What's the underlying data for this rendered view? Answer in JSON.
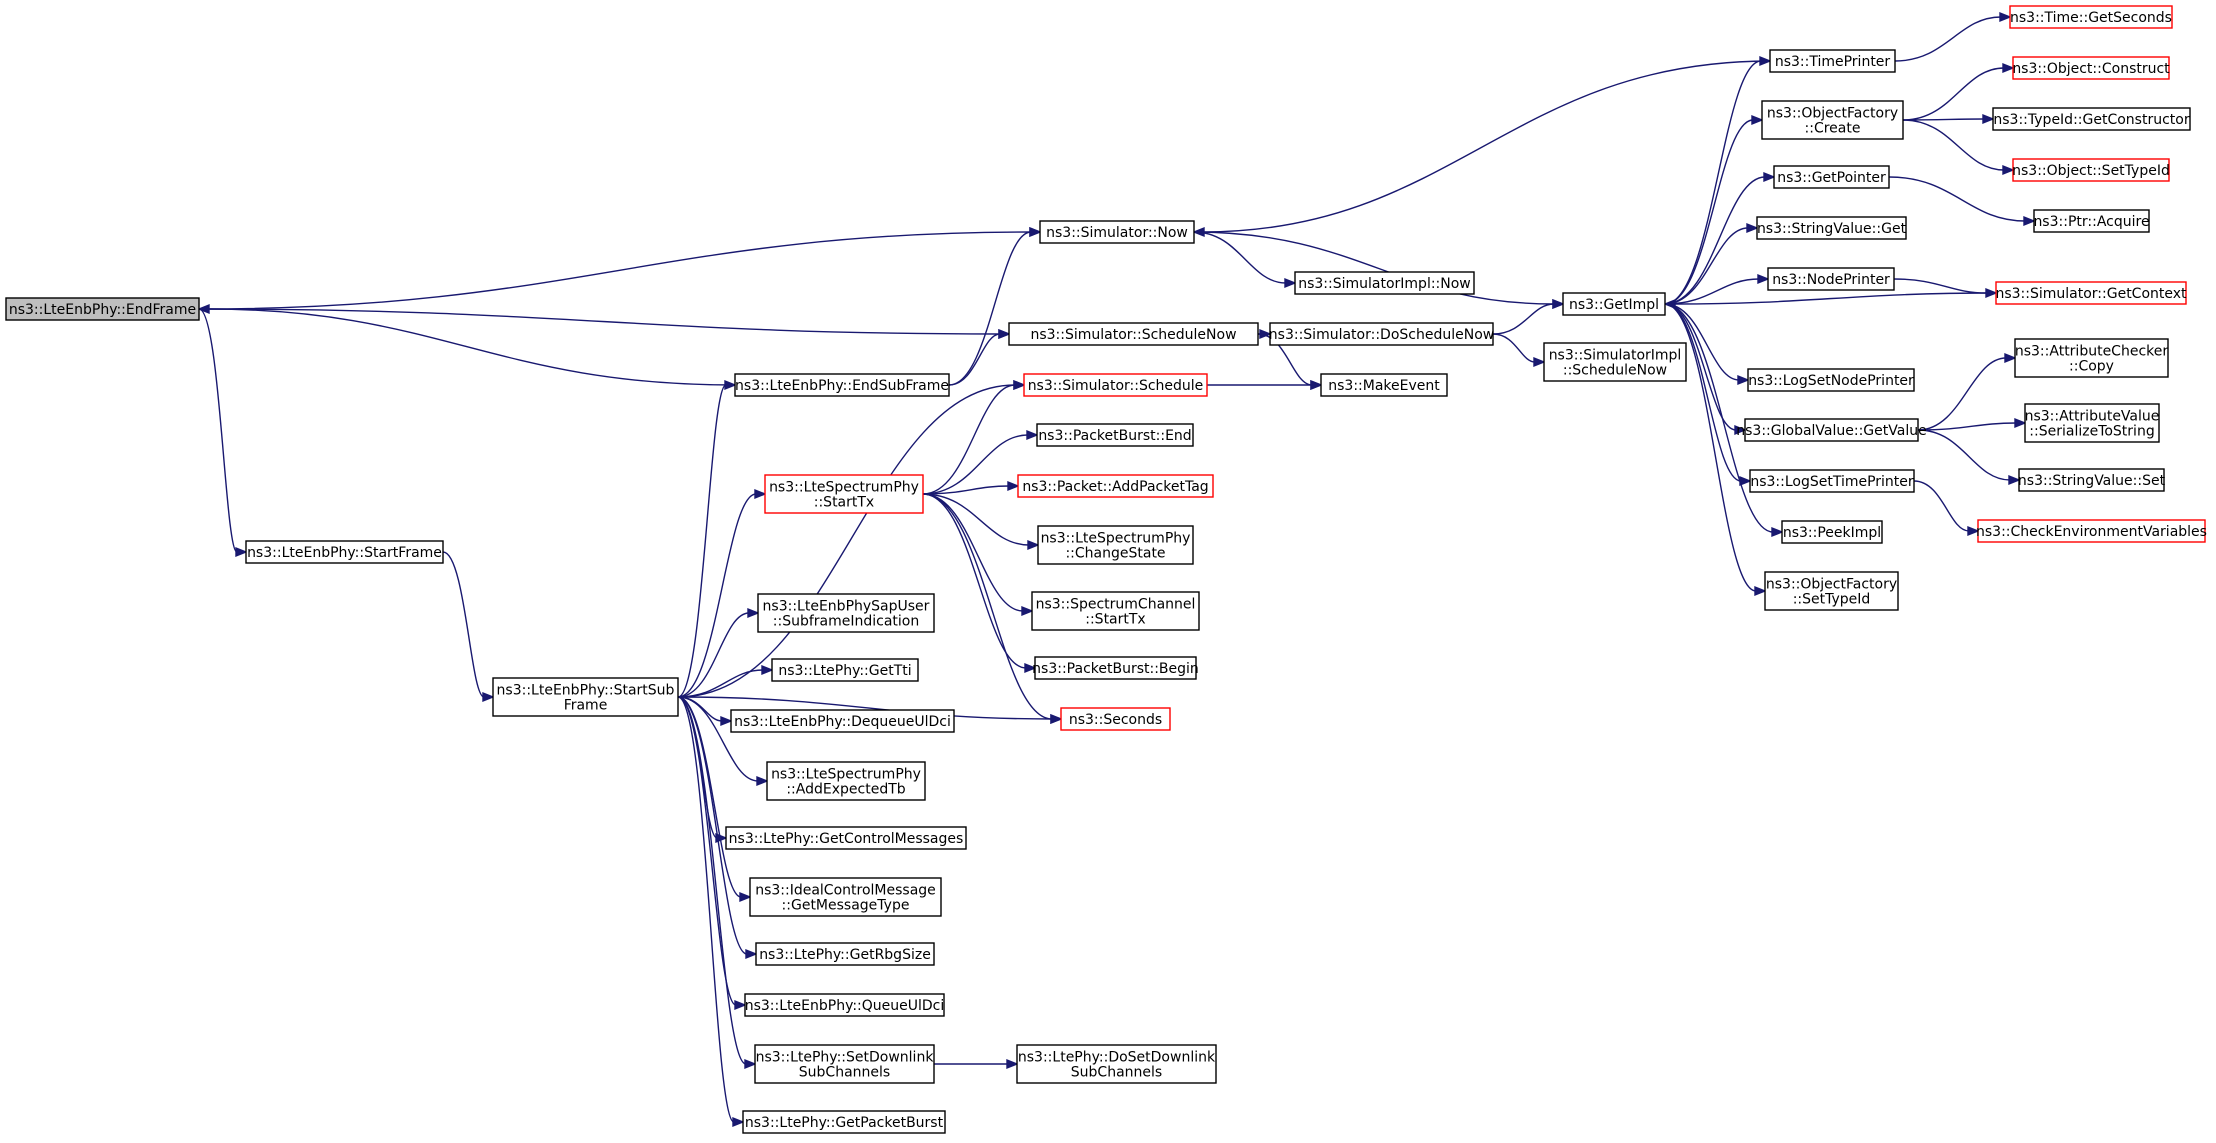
{
  "diagram": {
    "nodes": [
      {
        "id": "endframe",
        "lines": [
          "ns3::LteEnbPhy::EndFrame"
        ],
        "style": "root",
        "interactable": true
      },
      {
        "id": "startframe",
        "lines": [
          "ns3::LteEnbPhy::StartFrame"
        ],
        "style": "normal",
        "interactable": true
      },
      {
        "id": "startsubframe",
        "lines": [
          "ns3::LteEnbPhy::StartSub",
          "Frame"
        ],
        "style": "normal",
        "interactable": true
      },
      {
        "id": "endsubframe",
        "lines": [
          "ns3::LteEnbPhy::EndSubFrame"
        ],
        "style": "normal",
        "interactable": true
      },
      {
        "id": "simnow",
        "lines": [
          "ns3::Simulator::Now"
        ],
        "style": "normal",
        "interactable": true
      },
      {
        "id": "simschednow",
        "lines": [
          "ns3::Simulator::ScheduleNow"
        ],
        "style": "normal",
        "interactable": true
      },
      {
        "id": "simschedule",
        "lines": [
          "ns3::Simulator::Schedule"
        ],
        "style": "red",
        "interactable": true
      },
      {
        "id": "specstarttx",
        "lines": [
          "ns3::LteSpectrumPhy",
          "::StartTx"
        ],
        "style": "red",
        "interactable": true
      },
      {
        "id": "sapuser",
        "lines": [
          "ns3::LteEnbPhySapUser",
          "::SubframeIndication"
        ],
        "style": "normal",
        "interactable": true
      },
      {
        "id": "gettti",
        "lines": [
          "ns3::LtePhy::GetTti"
        ],
        "style": "normal",
        "interactable": true
      },
      {
        "id": "dequeue",
        "lines": [
          "ns3::LteEnbPhy::DequeueUlDci"
        ],
        "style": "normal",
        "interactable": true
      },
      {
        "id": "addexpected",
        "lines": [
          "ns3::LteSpectrumPhy",
          "::AddExpectedTb"
        ],
        "style": "normal",
        "interactable": true
      },
      {
        "id": "getctrl",
        "lines": [
          "ns3::LtePhy::GetControlMessages"
        ],
        "style": "normal",
        "interactable": true
      },
      {
        "id": "idealctrl",
        "lines": [
          "ns3::IdealControlMessage",
          "::GetMessageType"
        ],
        "style": "normal",
        "interactable": true
      },
      {
        "id": "getrbg",
        "lines": [
          "ns3::LtePhy::GetRbgSize"
        ],
        "style": "normal",
        "interactable": true
      },
      {
        "id": "queueul",
        "lines": [
          "ns3::LteEnbPhy::QueueUlDci"
        ],
        "style": "normal",
        "interactable": true
      },
      {
        "id": "setdl",
        "lines": [
          "ns3::LtePhy::SetDownlink",
          "SubChannels"
        ],
        "style": "normal",
        "interactable": true
      },
      {
        "id": "dosetdl",
        "lines": [
          "ns3::LtePhy::DoSetDownlink",
          "SubChannels"
        ],
        "style": "normal",
        "interactable": true
      },
      {
        "id": "getpacketburst",
        "lines": [
          "ns3::LtePhy::GetPacketBurst"
        ],
        "style": "normal",
        "interactable": true
      },
      {
        "id": "pbend",
        "lines": [
          "ns3::PacketBurst::End"
        ],
        "style": "normal",
        "interactable": true
      },
      {
        "id": "addtag",
        "lines": [
          "ns3::Packet::AddPacketTag"
        ],
        "style": "red",
        "interactable": true
      },
      {
        "id": "changestate",
        "lines": [
          "ns3::LteSpectrumPhy",
          "::ChangeState"
        ],
        "style": "normal",
        "interactable": true
      },
      {
        "id": "chanstarttx",
        "lines": [
          "ns3::SpectrumChannel",
          "::StartTx"
        ],
        "style": "normal",
        "interactable": true
      },
      {
        "id": "pbbegin",
        "lines": [
          "ns3::PacketBurst::Begin"
        ],
        "style": "normal",
        "interactable": true
      },
      {
        "id": "seconds",
        "lines": [
          "ns3::Seconds"
        ],
        "style": "red",
        "interactable": true
      },
      {
        "id": "implnow",
        "lines": [
          "ns3::SimulatorImpl::Now"
        ],
        "style": "normal",
        "interactable": true
      },
      {
        "id": "doschednow",
        "lines": [
          "ns3::Simulator::DoScheduleNow"
        ],
        "style": "normal",
        "interactable": true
      },
      {
        "id": "makeevent",
        "lines": [
          "ns3::MakeEvent"
        ],
        "style": "normal",
        "interactable": true
      },
      {
        "id": "getimpl",
        "lines": [
          "ns3::GetImpl"
        ],
        "style": "normal",
        "interactable": true
      },
      {
        "id": "implschednow",
        "lines": [
          "ns3::SimulatorImpl",
          "::ScheduleNow"
        ],
        "style": "normal",
        "interactable": true
      },
      {
        "id": "timeprinter",
        "lines": [
          "ns3::TimePrinter"
        ],
        "style": "normal",
        "interactable": true
      },
      {
        "id": "ofcreate",
        "lines": [
          "ns3::ObjectFactory",
          "::Create"
        ],
        "style": "normal",
        "interactable": true
      },
      {
        "id": "getpointer",
        "lines": [
          "ns3::GetPointer"
        ],
        "style": "normal",
        "interactable": true
      },
      {
        "id": "strget",
        "lines": [
          "ns3::StringValue::Get"
        ],
        "style": "normal",
        "interactable": true
      },
      {
        "id": "nodeprinter",
        "lines": [
          "ns3::NodePrinter"
        ],
        "style": "normal",
        "interactable": true
      },
      {
        "id": "logsetnode",
        "lines": [
          "ns3::LogSetNodePrinter"
        ],
        "style": "normal",
        "interactable": true
      },
      {
        "id": "gvget",
        "lines": [
          "ns3::GlobalValue::GetValue"
        ],
        "style": "normal",
        "interactable": true
      },
      {
        "id": "logsettime",
        "lines": [
          "ns3::LogSetTimePrinter"
        ],
        "style": "normal",
        "interactable": true
      },
      {
        "id": "peekimpl",
        "lines": [
          "ns3::PeekImpl"
        ],
        "style": "normal",
        "interactable": true
      },
      {
        "id": "ofsettype",
        "lines": [
          "ns3::ObjectFactory",
          "::SetTypeId"
        ],
        "style": "normal",
        "interactable": true
      },
      {
        "id": "getseconds",
        "lines": [
          "ns3::Time::GetSeconds"
        ],
        "style": "red",
        "interactable": true
      },
      {
        "id": "objconstruct",
        "lines": [
          "ns3::Object::Construct"
        ],
        "style": "red",
        "interactable": true
      },
      {
        "id": "typeidctor",
        "lines": [
          "ns3::TypeId::GetConstructor"
        ],
        "style": "normal",
        "interactable": true
      },
      {
        "id": "objsettype",
        "lines": [
          "ns3::Object::SetTypeId"
        ],
        "style": "red",
        "interactable": true
      },
      {
        "id": "ptracquire",
        "lines": [
          "ns3::Ptr::Acquire"
        ],
        "style": "normal",
        "interactable": true
      },
      {
        "id": "getcontext",
        "lines": [
          "ns3::Simulator::GetContext"
        ],
        "style": "red",
        "interactable": true
      },
      {
        "id": "attrcheck",
        "lines": [
          "ns3::AttributeChecker",
          "::Copy"
        ],
        "style": "normal",
        "interactable": true
      },
      {
        "id": "attrser",
        "lines": [
          "ns3::AttributeValue",
          "::SerializeToString"
        ],
        "style": "normal",
        "interactable": true
      },
      {
        "id": "strset",
        "lines": [
          "ns3::StringValue::Set"
        ],
        "style": "normal",
        "interactable": true
      },
      {
        "id": "checkenv",
        "lines": [
          "ns3::CheckEnvironmentVariables"
        ],
        "style": "red",
        "interactable": true
      }
    ],
    "edges": [
      [
        "endframe",
        "simnow"
      ],
      [
        "endframe",
        "simschednow"
      ],
      [
        "endframe",
        "startframe"
      ],
      [
        "endsubframe",
        "endframe"
      ],
      [
        "endsubframe",
        "simnow"
      ],
      [
        "endsubframe",
        "simschednow"
      ],
      [
        "startframe",
        "startsubframe"
      ],
      [
        "startsubframe",
        "endsubframe"
      ],
      [
        "startsubframe",
        "simschedule"
      ],
      [
        "startsubframe",
        "specstarttx"
      ],
      [
        "startsubframe",
        "seconds"
      ],
      [
        "startsubframe",
        "sapuser"
      ],
      [
        "startsubframe",
        "gettti"
      ],
      [
        "startsubframe",
        "dequeue"
      ],
      [
        "startsubframe",
        "addexpected"
      ],
      [
        "startsubframe",
        "getctrl"
      ],
      [
        "startsubframe",
        "idealctrl"
      ],
      [
        "startsubframe",
        "getrbg"
      ],
      [
        "startsubframe",
        "queueul"
      ],
      [
        "startsubframe",
        "setdl"
      ],
      [
        "startsubframe",
        "getpacketburst"
      ],
      [
        "setdl",
        "dosetdl"
      ],
      [
        "specstarttx",
        "simschedule"
      ],
      [
        "specstarttx",
        "pbend"
      ],
      [
        "specstarttx",
        "addtag"
      ],
      [
        "specstarttx",
        "changestate"
      ],
      [
        "specstarttx",
        "chanstarttx"
      ],
      [
        "specstarttx",
        "pbbegin"
      ],
      [
        "specstarttx",
        "seconds"
      ],
      [
        "simnow",
        "implnow"
      ],
      [
        "simnow",
        "getimpl"
      ],
      [
        "simschednow",
        "doschednow"
      ],
      [
        "simschednow",
        "makeevent"
      ],
      [
        "simschedule",
        "makeevent"
      ],
      [
        "doschednow",
        "getimpl"
      ],
      [
        "doschednow",
        "implschednow"
      ],
      [
        "getimpl",
        "timeprinter"
      ],
      [
        "getimpl",
        "ofcreate"
      ],
      [
        "getimpl",
        "getpointer"
      ],
      [
        "getimpl",
        "strget"
      ],
      [
        "getimpl",
        "nodeprinter"
      ],
      [
        "getimpl",
        "logsetnode"
      ],
      [
        "getimpl",
        "gvget"
      ],
      [
        "getimpl",
        "logsettime"
      ],
      [
        "getimpl",
        "peekimpl"
      ],
      [
        "getimpl",
        "ofsettype"
      ],
      [
        "timeprinter",
        "simnow"
      ],
      [
        "timeprinter",
        "getseconds"
      ],
      [
        "ofcreate",
        "objconstruct"
      ],
      [
        "ofcreate",
        "typeidctor"
      ],
      [
        "ofcreate",
        "objsettype"
      ],
      [
        "getpointer",
        "ptracquire"
      ],
      [
        "nodeprinter",
        "getcontext"
      ],
      [
        "getcontext",
        "getimpl"
      ],
      [
        "gvget",
        "attrcheck"
      ],
      [
        "gvget",
        "attrser"
      ],
      [
        "gvget",
        "strset"
      ],
      [
        "logsettime",
        "checkenv"
      ]
    ]
  }
}
